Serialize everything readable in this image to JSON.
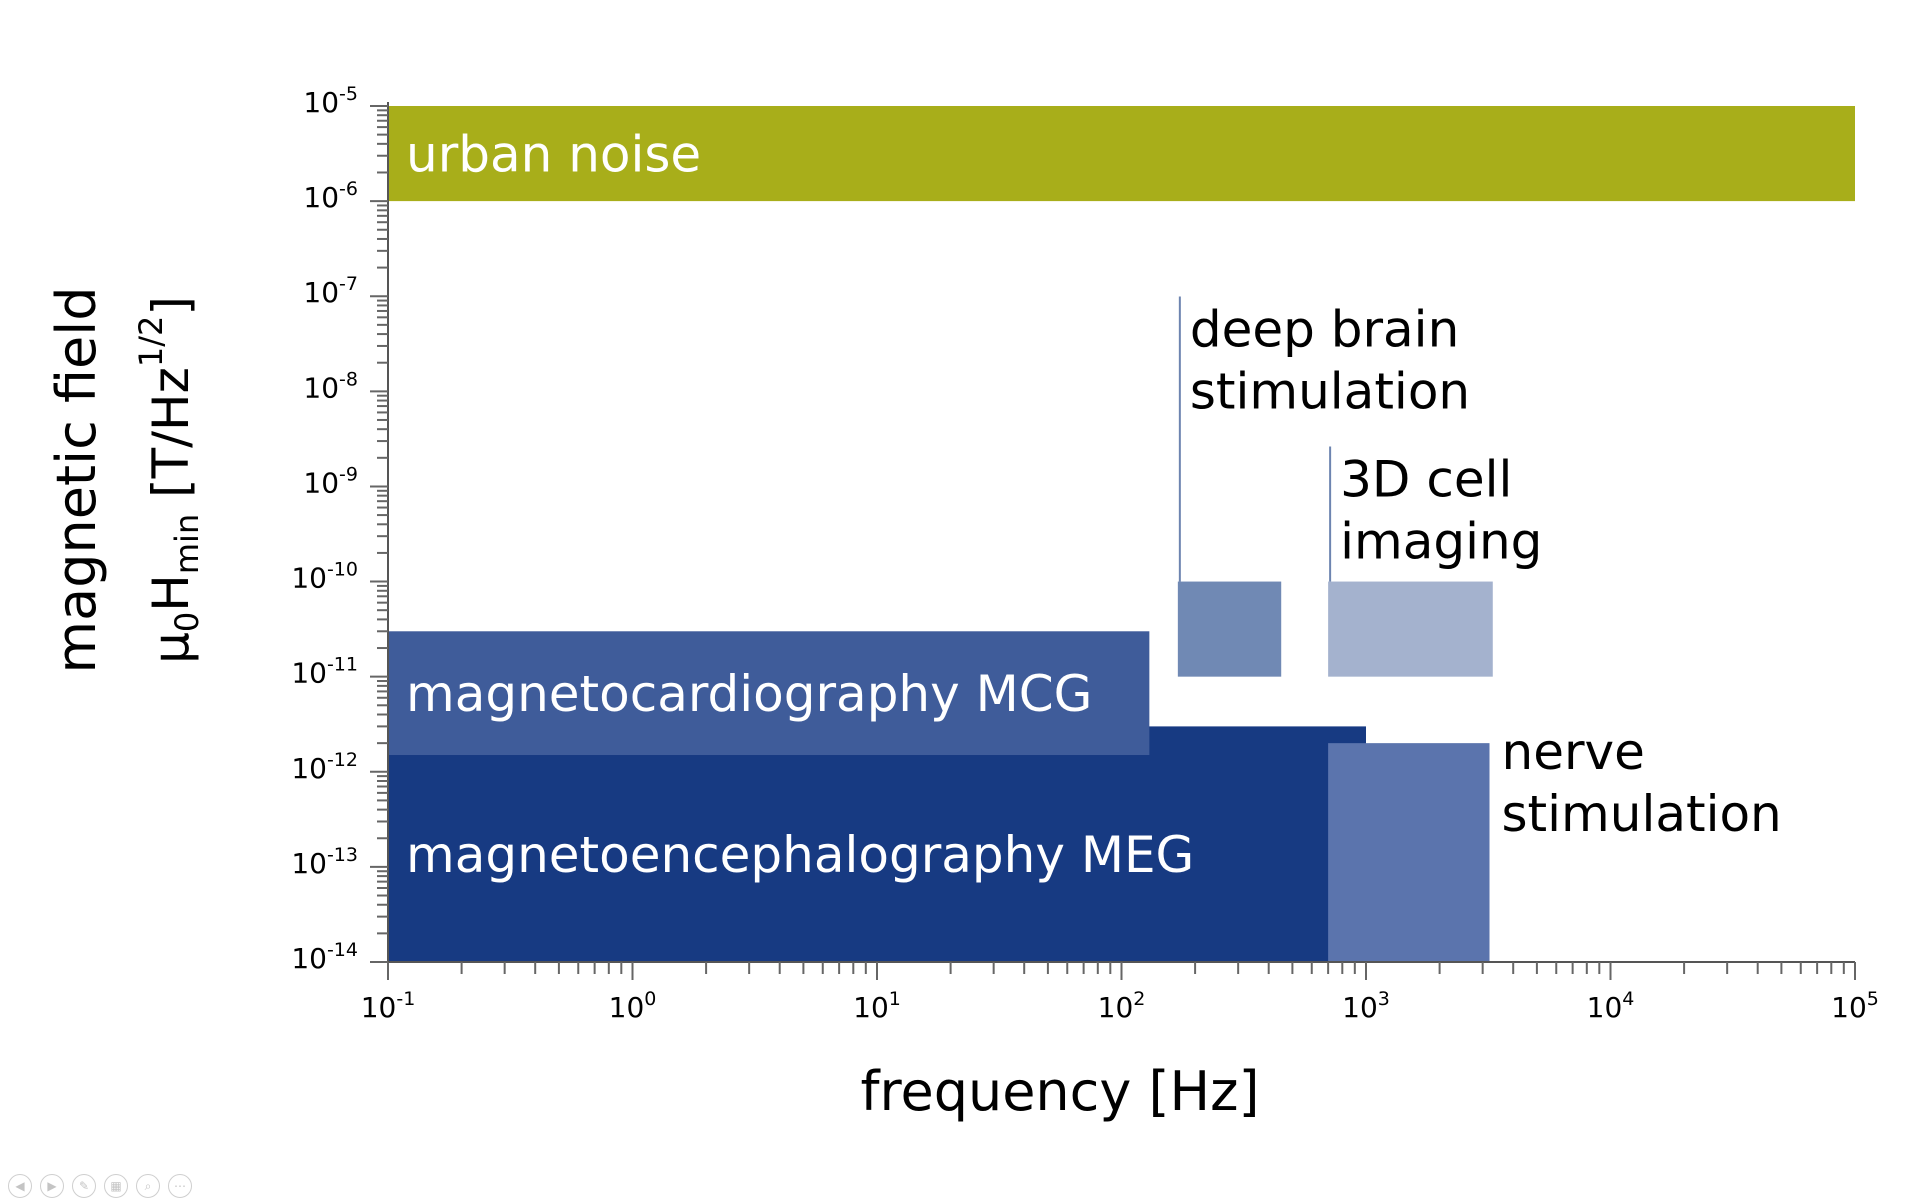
{
  "chart_data": {
    "type": "area",
    "title": "",
    "xlabel": "frequency [Hz]",
    "ylabel": {
      "line1": "magnetic field",
      "line2_main": "µ",
      "line2_sub0": "0",
      "line2_H": "H",
      "line2_sub": "min",
      "line2_unit_a": " [T/Hz",
      "line2_sup": "1/2",
      "line2_unit_b": "]"
    },
    "xscale": "log",
    "yscale": "log",
    "xlim": [
      0.1,
      100000
    ],
    "ylim": [
      1e-14,
      1e-05
    ],
    "x_ticks": [
      {
        "value": 0.1,
        "base": "10",
        "exp": "-1"
      },
      {
        "value": 1,
        "base": "10",
        "exp": "0"
      },
      {
        "value": 10,
        "base": "10",
        "exp": "1"
      },
      {
        "value": 100,
        "base": "10",
        "exp": "2"
      },
      {
        "value": 1000,
        "base": "10",
        "exp": "3"
      },
      {
        "value": 10000,
        "base": "10",
        "exp": "4"
      },
      {
        "value": 100000,
        "base": "10",
        "exp": "5"
      }
    ],
    "y_ticks": [
      {
        "value": 1e-05,
        "base": "10",
        "exp": "-5"
      },
      {
        "value": 1e-06,
        "base": "10",
        "exp": "-6"
      },
      {
        "value": 1e-07,
        "base": "10",
        "exp": "-7"
      },
      {
        "value": 1e-08,
        "base": "10",
        "exp": "-8"
      },
      {
        "value": 1e-09,
        "base": "10",
        "exp": "-9"
      },
      {
        "value": 1e-10,
        "base": "10",
        "exp": "-10"
      },
      {
        "value": 1e-11,
        "base": "10",
        "exp": "-11"
      },
      {
        "value": 1e-12,
        "base": "10",
        "exp": "-12"
      },
      {
        "value": 1e-13,
        "base": "10",
        "exp": "-13"
      },
      {
        "value": 1e-14,
        "base": "10",
        "exp": "-14"
      }
    ],
    "regions": [
      {
        "name": "urban noise",
        "label_lines": [
          "urban noise"
        ],
        "x": [
          0.1,
          100000
        ],
        "y": [
          1e-06,
          1e-05
        ],
        "color": "#a8ae1a",
        "text_color": "#ffffff",
        "label_pos": "inside"
      },
      {
        "name": "magnetoencephalography MEG",
        "label_lines": [
          "magnetoencephalography MEG"
        ],
        "x": [
          0.1,
          1000
        ],
        "y": [
          1e-14,
          3e-12
        ],
        "color": "#173a82",
        "text_color": "#ffffff",
        "label_pos": "inside-low"
      },
      {
        "name": "magnetocardiography MCG",
        "label_lines": [
          "magnetocardiography MCG"
        ],
        "x": [
          0.1,
          130
        ],
        "y": [
          1.5e-12,
          3e-11
        ],
        "color": "#3f5c9a",
        "text_color": "#ffffff",
        "label_pos": "inside"
      },
      {
        "name": "deep brain stimulation",
        "label_lines": [
          "deep brain",
          "stimulation"
        ],
        "x": [
          170,
          450
        ],
        "y": [
          1e-11,
          1e-10
        ],
        "color": "#7089b4",
        "text_color": "#000000",
        "label_pos": "above-leader"
      },
      {
        "name": "3D cell imaging",
        "label_lines": [
          "3D cell",
          "imaging"
        ],
        "x": [
          700,
          3300
        ],
        "y": [
          1e-11,
          1e-10
        ],
        "color": "#a4b2ce",
        "text_color": "#000000",
        "label_pos": "above-leader"
      },
      {
        "name": "nerve stimulation",
        "label_lines": [
          "nerve",
          "stimulation"
        ],
        "x": [
          700,
          3200
        ],
        "y": [
          1e-14,
          2e-12
        ],
        "color": "#5b74ad",
        "text_color": "#000000",
        "label_pos": "right"
      }
    ]
  },
  "controls": [
    {
      "name": "previous-icon",
      "glyph": "◀"
    },
    {
      "name": "next-icon",
      "glyph": "▶"
    },
    {
      "name": "pen-icon",
      "glyph": "✎"
    },
    {
      "name": "slides-icon",
      "glyph": "▦"
    },
    {
      "name": "zoom-icon",
      "glyph": "⌕"
    },
    {
      "name": "more-icon",
      "glyph": "⋯"
    }
  ]
}
